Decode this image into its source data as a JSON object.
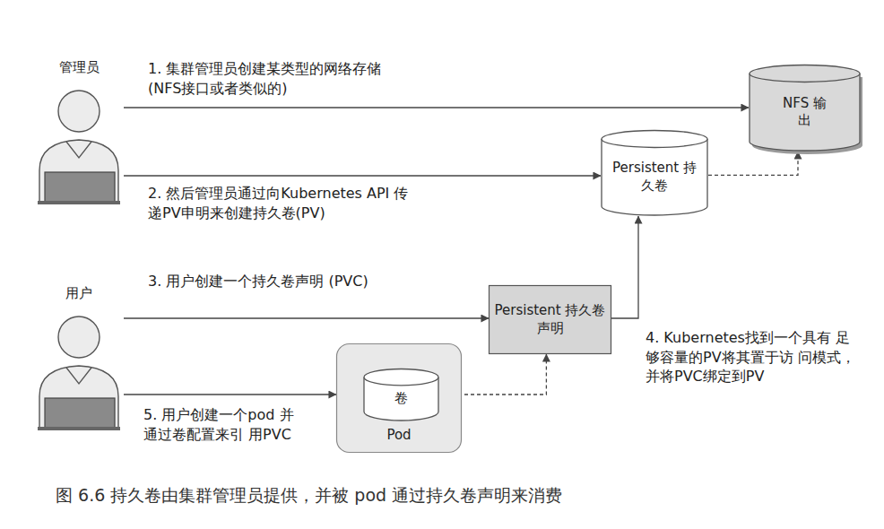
{
  "diagram": {
    "caption": "图 6.6 持久卷由集群管理员提供，并被 pod 通过持久卷声明来消费",
    "nodes": [
      {
        "text": [
          "管理员"
        ]
      },
      {
        "text": [
          "NFS 输出"
        ]
      },
      {
        "text": [
          "Persistent 持久卷"
        ]
      },
      {
        "text": [
          "用户"
        ]
      },
      {
        "text": [
          "Persistent 持久卷声明"
        ]
      },
      {
        "text": [
          "Pod"
        ]
      },
      {
        "text": [
          "卷"
        ],
        "in": 5
      }
    ],
    "edges": [
      {
        "from": 0,
        "to": 1,
        "arrow": "to",
        "label": "1. 集群管理员创建某类型的网络存储 (NFS接口或者类似的)"
      },
      {
        "from": 0,
        "to": 2,
        "arrow": "to",
        "label": "2. 然后管理员通过向Kubernetes API 传递PV申明来创建持久卷(PV)"
      },
      {
        "from": 3,
        "to": 4,
        "arrow": "to",
        "label": "3. 用户创建一个持久卷声明 (PVC)"
      },
      {
        "from": 3,
        "to": 5,
        "arrow": "to",
        "label": "5. 用户创建一个pod 并通过卷配置来引 用PVC"
      },
      {
        "from": 2,
        "to": 1,
        "arrow": "to"
      },
      {
        "from": 4,
        "to": 2,
        "arrow": "to",
        "label": "4. Kubernetes找到一个具有 足够容量的PV将其置于访 问模式，并将PVC绑定到PV"
      },
      {
        "from": 6,
        "to": 4,
        "arrow": "to"
      }
    ]
  }
}
